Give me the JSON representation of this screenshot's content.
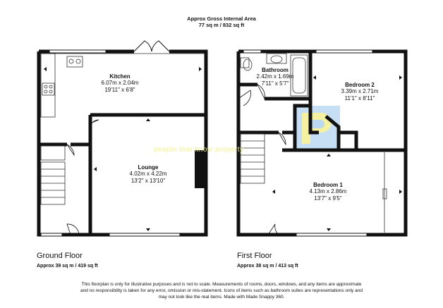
{
  "header": {
    "title": "Approx Gross Internal Area",
    "area": "77 sq m / 832 sq ft"
  },
  "ground_floor": {
    "name": "Ground Floor",
    "area": "Approx 39 sq m / 419 sq ft",
    "rooms": {
      "kitchen": {
        "name": "Kitchen",
        "metric": "6.07m x 2.04m",
        "imperial": "19'11\" x 6'8\""
      },
      "lounge": {
        "name": "Lounge",
        "metric": "4.02m x 4.22m",
        "imperial": "13'2\" x 13'10\""
      }
    }
  },
  "first_floor": {
    "name": "First Floor",
    "area": "Approx 38 sq m / 413 sq ft",
    "rooms": {
      "bathroom": {
        "name": "Bathroom",
        "metric": "2.42m x 1.69m",
        "imperial": "7'11\" x 5'7\""
      },
      "bedroom2": {
        "name": "Bedroom 2",
        "metric": "3.39m x 2.71m",
        "imperial": "11'1\" x 8'11\""
      },
      "bedroom1": {
        "name": "Bedroom 1",
        "metric": "4.13m x 2.86m",
        "imperial": "13'7\" x 9'5\""
      }
    }
  },
  "watermark": {
    "tagline": "people that know property"
  },
  "disclaimer": {
    "line1": "This floorplan is only for illustrative purposes and is not to scale. Measurements of rooms, doors, windows, and any items are approximate",
    "line2": "and no responsibility is taken for any error, omission or mis-statement. Icons of items such as bathroom suites are representations only and",
    "line3": "may not look like the real items. Made with Made Snappy 360."
  },
  "colors": {
    "wall": "#111111",
    "watermark_blue": "#bcd9f2",
    "watermark_yellow": "#f4f1a0"
  }
}
